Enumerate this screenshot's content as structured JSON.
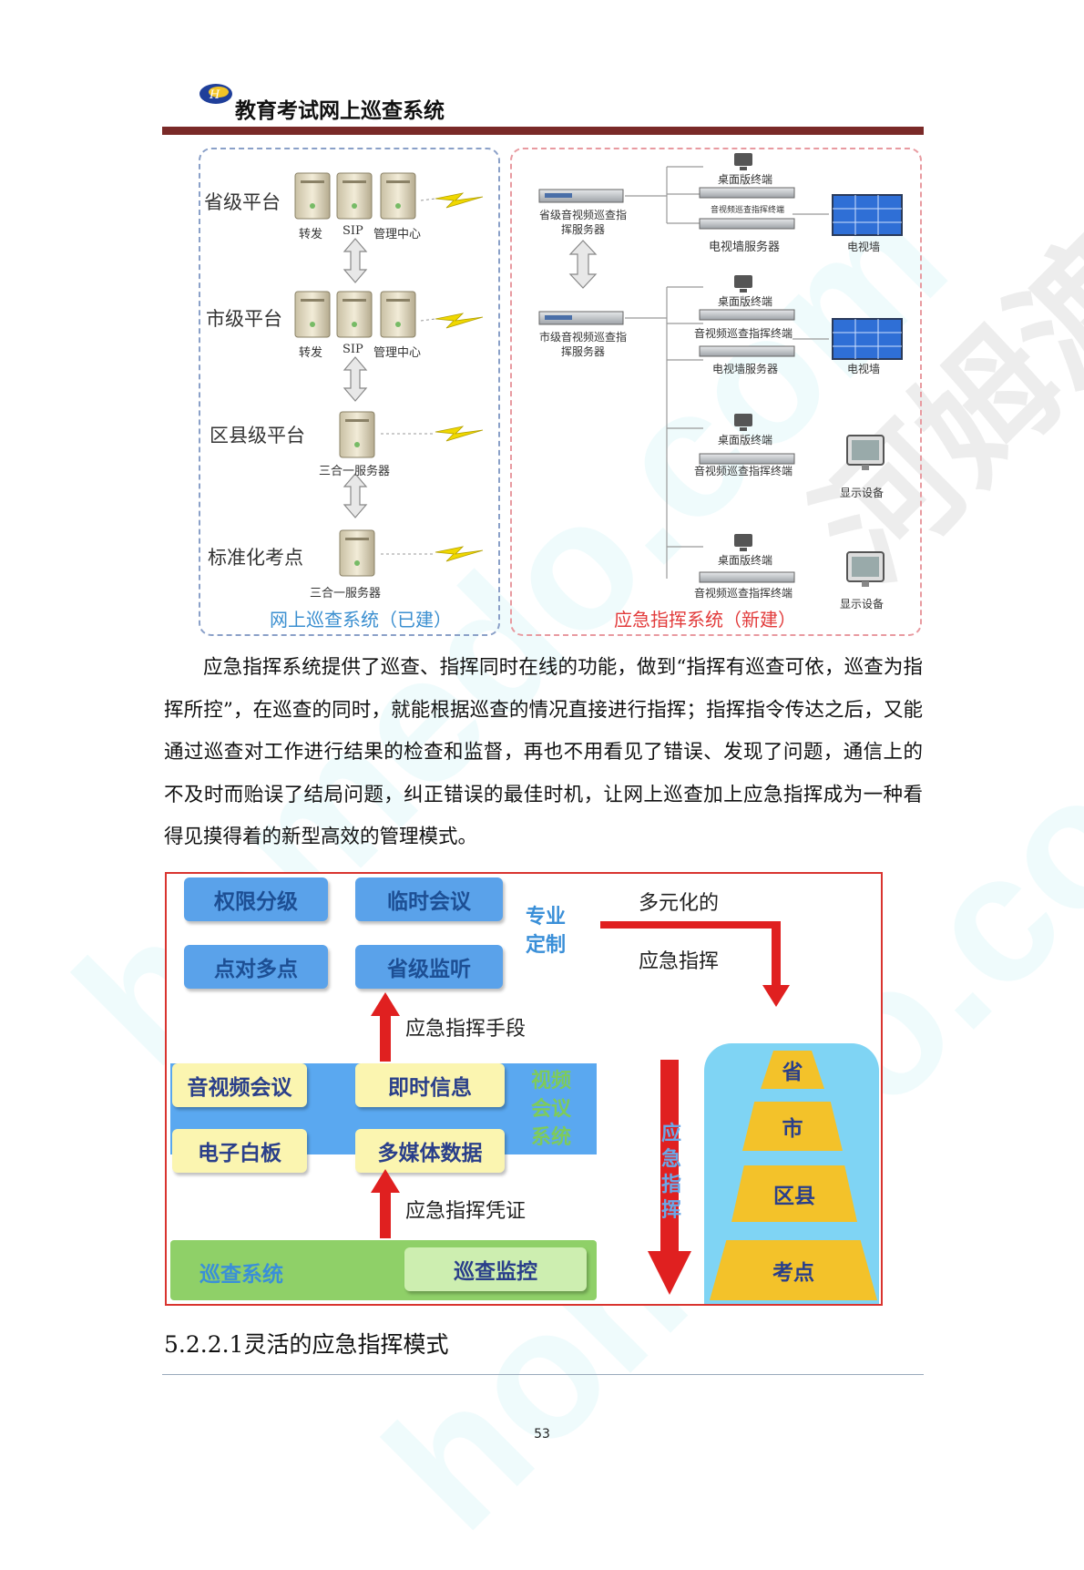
{
  "header": {
    "title": "教育考试网上巡查系统"
  },
  "diagram1": {
    "levels": [
      "省级平台",
      "市级平台",
      "区县级平台",
      "标准化考点"
    ],
    "prov_servers": [
      "转发",
      "SIP",
      "管理中心"
    ],
    "city_servers": [
      "转发",
      "SIP",
      "管理中心"
    ],
    "county_server": "三合一服务器",
    "site_server": "三合一服务器",
    "left_caption": "网上巡查系统（已建）",
    "right_caption": "应急指挥系统（新建）",
    "prov_cmd_server": "省级音视频巡查指挥服务器",
    "city_cmd_server": "市级音视频巡查指挥服务器",
    "desktop": "桌面版终端",
    "terminal_small": "音视频巡查指挥终端",
    "terminal": "音视频巡查指挥终端",
    "tvwall_server": "电视墙服务器",
    "tvwall": "电视墙",
    "display": "显示设备"
  },
  "body": {
    "paragraph": "应急指挥系统提供了巡查、指挥同时在线的功能，做到“指挥有巡查可依，巡查为指挥所控”，在巡查的同时，就能根据巡查的情况直接进行指挥；指挥指令传达之后，又能通过巡查对工作进行结果的检查和监督，再也不用看见了错误、发现了问题，通信上的不及时而贻误了结局问题，纠正错误的最佳时机，让网上巡查加上应急指挥成为一种看得见摸得着的新型高效的管理模式。"
  },
  "diagram2": {
    "blue_buttons": [
      "权限分级",
      "临时会议",
      "点对多点",
      "省级监听"
    ],
    "custom": "专业定制",
    "multi": "多元化的",
    "emergency": "应急指挥",
    "means": "应急指挥手段",
    "yellow_buttons": [
      "音视频会议",
      "即时信息",
      "电子白板",
      "多媒体数据"
    ],
    "video_system": "视频会议系统",
    "credential": "应急指挥凭证",
    "patrol_system": "巡查系统",
    "patrol_monitor": "巡查监控",
    "vertical": "应急指挥",
    "pyramid": [
      "省",
      "市",
      "区县",
      "考点"
    ]
  },
  "section_heading": "5.2.2.1灵活的应急指挥模式",
  "page_number": "53",
  "watermark": {
    "latin": "homedo.com",
    "cjk": "河姆渡"
  },
  "colors": {
    "header_bar": "#7a2a28",
    "accent_red": "#e02020",
    "blue_button": "#5aa2ea",
    "pyramid": "#f3c22a"
  }
}
